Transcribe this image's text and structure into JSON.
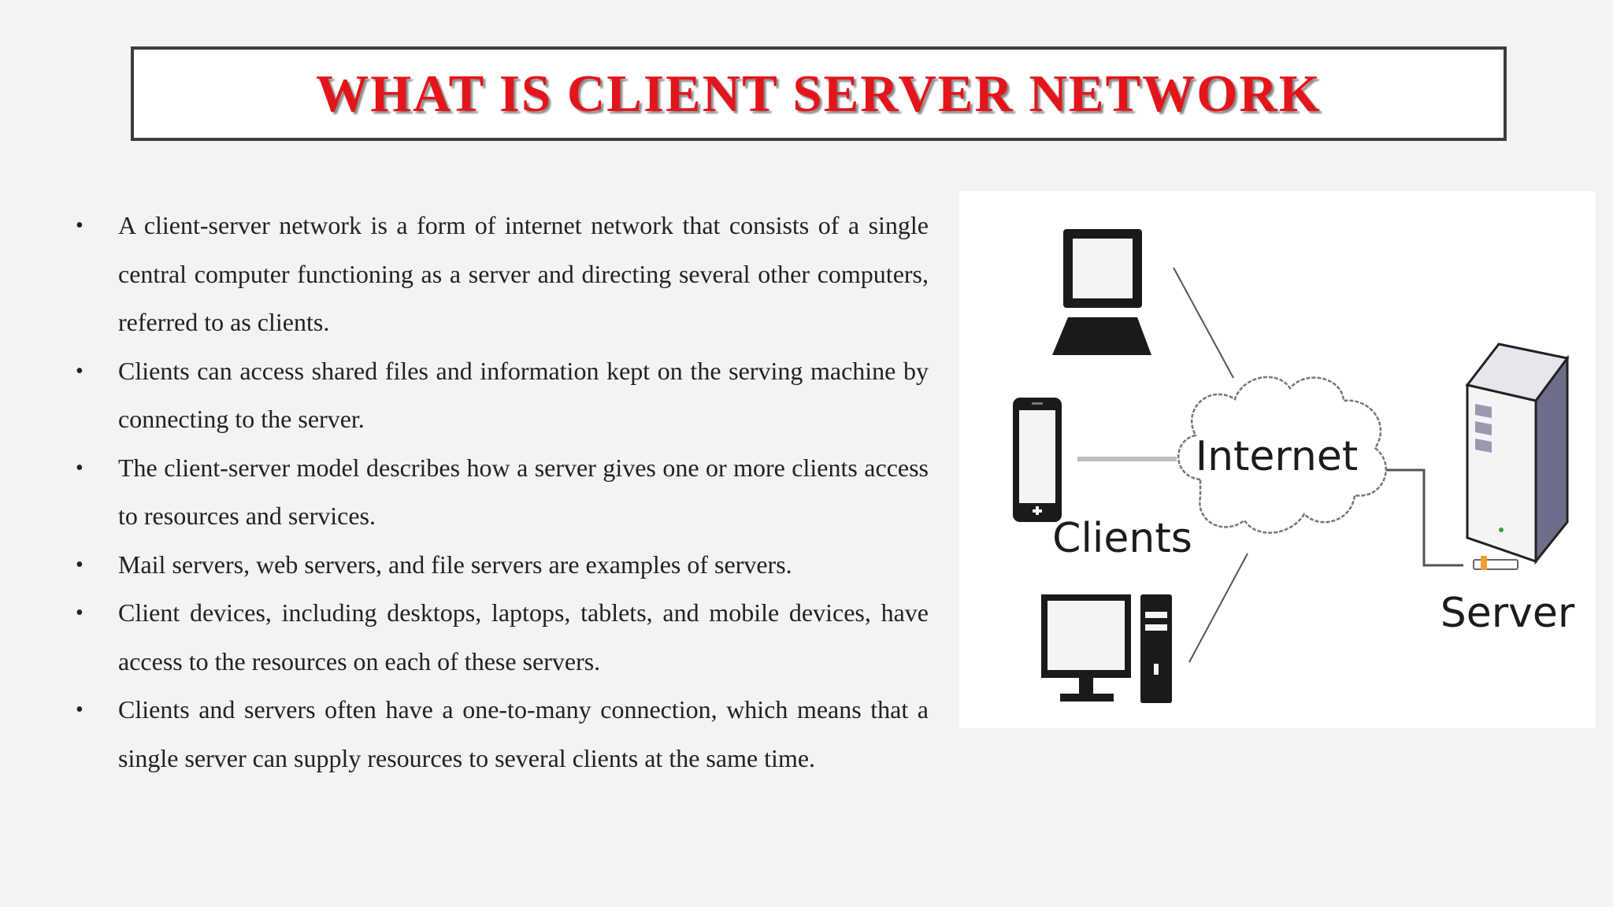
{
  "slide": {
    "title": "WHAT IS CLIENT SERVER NETWORK",
    "bullets": [
      "A client-server network is a form of internet network that consists of a single central computer functioning as a server and directing several other computers, referred to as clients.",
      "Clients can access shared files and information kept on the serving machine by connecting to the server.",
      "The client-server model describes how a server gives one or more clients access to resources and services.",
      "Mail servers, web servers, and file servers are examples of servers.",
      "Client devices, including desktops, laptops, tablets, and mobile devices, have access to the resources on each of these servers.",
      "Clients and servers often have a one-to-many connection, which means that a single server can supply resources to several clients at the same time."
    ],
    "bullet_symbol": "•"
  },
  "diagram": {
    "labels": {
      "internet": "Internet",
      "clients": "Clients",
      "server": "Server"
    },
    "icons": [
      "laptop-icon",
      "mobile-phone-icon",
      "desktop-computer-icon",
      "cloud-icon",
      "server-tower-icon"
    ]
  },
  "colors": {
    "title": "#e3151b",
    "background": "#f3f3f3",
    "text": "#222222"
  }
}
